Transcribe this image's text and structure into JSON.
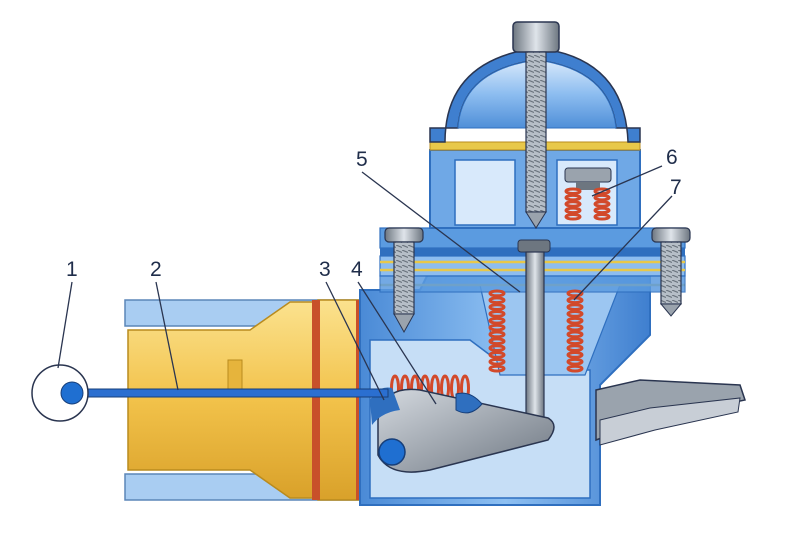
{
  "callouts": [
    {
      "id": "1",
      "text": "1"
    },
    {
      "id": "2",
      "text": "2"
    },
    {
      "id": "3",
      "text": "3"
    },
    {
      "id": "4",
      "text": "4"
    },
    {
      "id": "5",
      "text": "5"
    },
    {
      "id": "6",
      "text": "6"
    },
    {
      "id": "7",
      "text": "7"
    }
  ],
  "colors": {
    "housing": "#5b9be0",
    "housing_dark": "#2f6fbf",
    "housing_light": "#a9cdf2",
    "brass": "#f3c552",
    "brass_dark": "#c99a25",
    "gasket": "#c8502a",
    "spring": "#d2492a",
    "steel": "#9aa3ad",
    "outline": "#2a3550"
  }
}
